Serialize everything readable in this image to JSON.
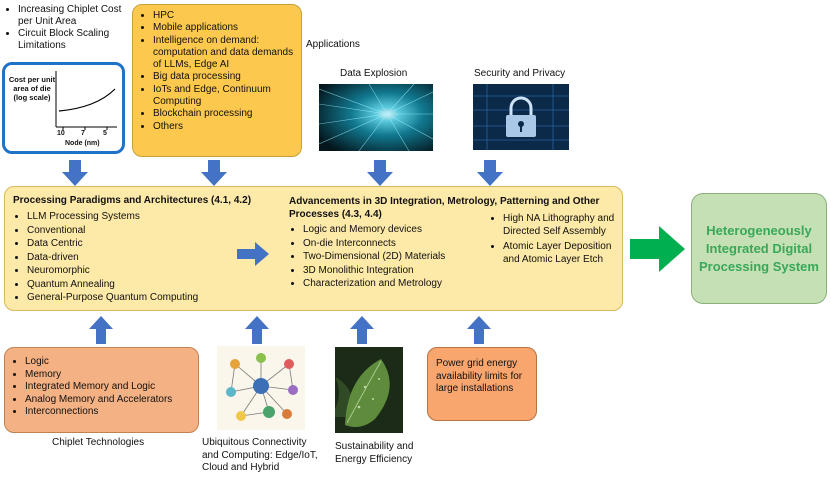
{
  "drivers": {
    "items": [
      "Increasing Chiplet Cost per Unit Area",
      "Circuit Block Scaling Limitations"
    ]
  },
  "cost_chart": {
    "ylabel": "Cost per unit area of die (log scale)",
    "xlabel": "Node (nm)",
    "ticks": [
      "10",
      "7",
      "5"
    ]
  },
  "applications": {
    "title": "Applications",
    "items": [
      "HPC",
      "Mobile applications",
      "Intelligence on demand: computation and data demands of LLMs, Edge AI",
      "Big data processing",
      "IoTs and Edge, Continuum Computing",
      "Blockchain processing",
      "Others"
    ]
  },
  "data_explosion": {
    "label": "Data Explosion"
  },
  "security": {
    "label": "Security and Privacy"
  },
  "paradigms": {
    "title": "Processing Paradigms and Architectures (4.1, 4.2)",
    "items": [
      "LLM Processing Systems",
      "Conventional",
      "Data Centric",
      "Data-driven",
      "Neuromorphic",
      "Quantum Annealing",
      "General-Purpose Quantum Computing"
    ]
  },
  "advancements": {
    "title": "Advancements in 3D Integration, Metrology, Patterning and Other Processes (4.3, 4.4)",
    "items_left": [
      "Logic and Memory devices",
      "On-die Interconnects",
      "Two-Dimensional (2D) Materials",
      "3D Monolithic Integration",
      "Characterization and Metrology"
    ],
    "items_right": [
      "High NA Lithography and Directed Self Assembly",
      "Atomic Layer Deposition and Atomic Layer Etch"
    ]
  },
  "output": {
    "label": "Heterogeneously Integrated Digital Processing System"
  },
  "chiplet": {
    "label": "Chiplet Technologies",
    "items": [
      "Logic",
      "Memory",
      "Integrated Memory and Logic",
      "Analog Memory and Accelerators",
      "Interconnections"
    ]
  },
  "connectivity": {
    "label": "Ubiquitous Connectivity and Computing: Edge/IoT, Cloud and Hybrid"
  },
  "sustainability": {
    "label": "Sustainability and Energy Efficiency"
  },
  "power": {
    "text": "Power grid energy availability limits for large installations"
  },
  "colors": {
    "arrow": "#4472c4",
    "output_arrow": "#00b050",
    "applications": "#fcc94e",
    "center": "#fde9a8",
    "chiplet": "#f4b183",
    "output_box": "#c5e0b4",
    "output_text": "#39a85a",
    "cost_border": "#1e72c8"
  }
}
